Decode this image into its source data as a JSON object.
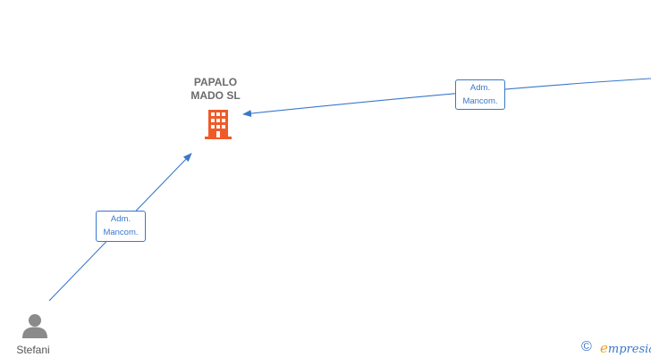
{
  "company": {
    "name": "PAPALO\nMADO  SL",
    "icon": "building-icon",
    "icon_color": "#f05a28"
  },
  "edges": [
    {
      "label": "Adm.\nMancom.",
      "target": "PAPALO MADO SL"
    },
    {
      "label": "Adm.\nMancom.",
      "source": "Stefani",
      "target": "PAPALO MADO SL"
    }
  ],
  "person": {
    "name": "Stefani",
    "icon": "person-icon"
  },
  "footer": {
    "copyright_symbol": "©",
    "brand_first_letter": "e",
    "brand_rest": "mpresia"
  },
  "colors": {
    "edge": "#3a78c9",
    "company_text": "#6b6b6b",
    "person_icon": "#8a8a8a",
    "brand_accent": "#f39c12"
  }
}
